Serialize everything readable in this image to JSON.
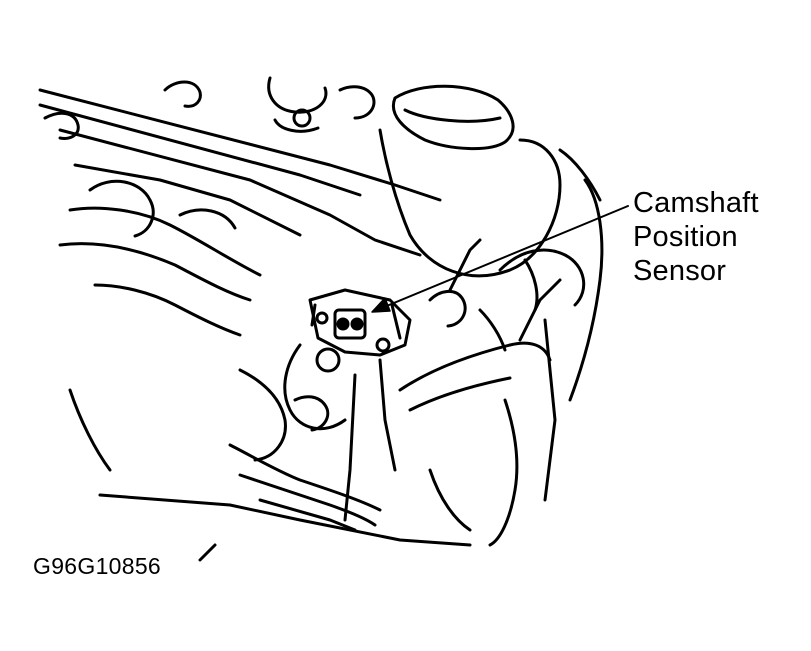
{
  "callout": {
    "lines": [
      "Camshaft",
      "Position",
      "Sensor"
    ]
  },
  "figure_id": "G96G10856",
  "colors": {
    "line": "#000000",
    "background": "#ffffff"
  }
}
